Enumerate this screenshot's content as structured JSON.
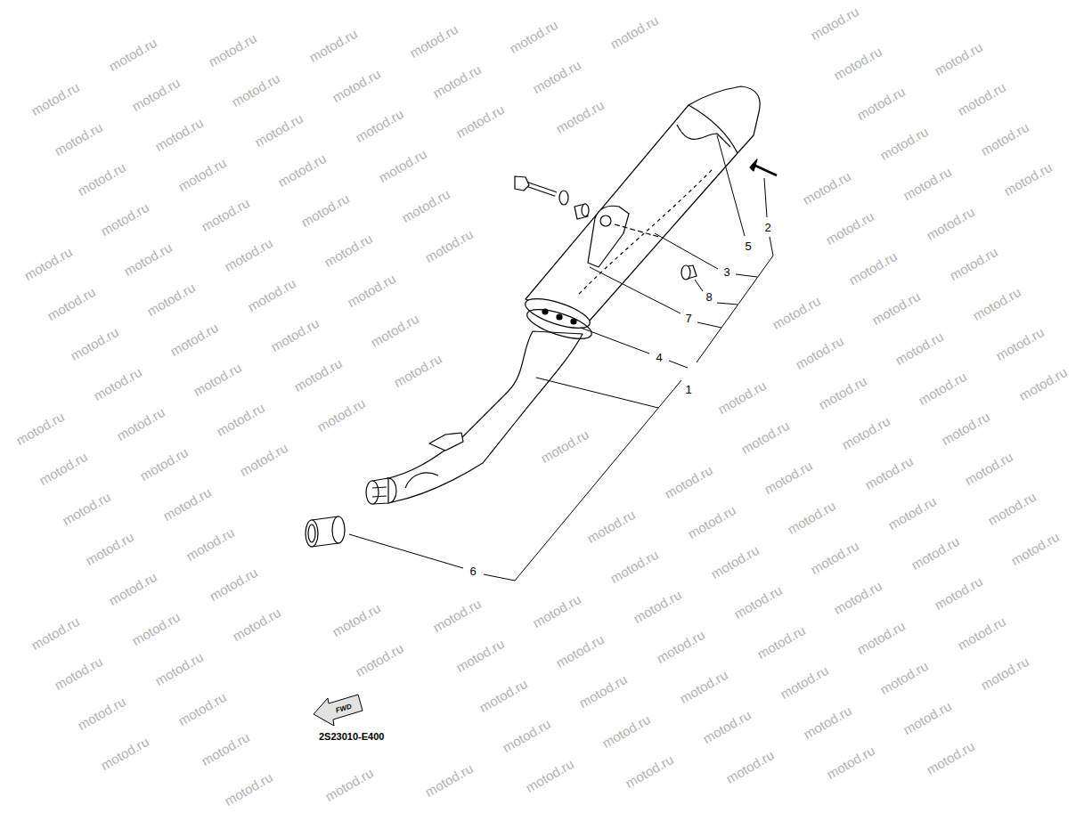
{
  "diagram": {
    "labels": [
      "2",
      "5",
      "3",
      "8",
      "7",
      "4",
      "1",
      "6",
      "2S23010-E400",
      "FWD",
      "motod.ru",
      "motod.ru",
      "motod.ru",
      "motod.ru",
      "motod.ru",
      "motod.ru",
      "motod.ru",
      "motod.ru",
      "motod.ru",
      "motod.ru",
      "motod.ru",
      "motod.ru",
      "motod.ru",
      "motod.ru",
      "motod.ru",
      "motod.ru",
      "motod.ru",
      "motod.ru",
      "motod.ru",
      "motod.ru",
      "motod.ru",
      "motod.ru",
      "motod.ru",
      "motod.ru",
      "motod.ru",
      "motod.ru",
      "motod.ru",
      "motod.ru",
      "motod.ru",
      "motod.ru",
      "motod.ru",
      "motod.ru",
      "motod.ru",
      "motod.ru",
      "motod.ru",
      "motod.ru",
      "motod.ru",
      "motod.ru",
      "motod.ru",
      "motod.ru",
      "motod.ru",
      "motod.ru",
      "motod.ru",
      "motod.ru",
      "motod.ru",
      "motod.ru",
      "motod.ru",
      "motod.ru",
      "motod.ru",
      "motod.ru",
      "motod.ru",
      "motod.ru",
      "motod.ru",
      "motod.ru",
      "motod.ru",
      "motod.ru",
      "motod.ru",
      "motod.ru",
      "motod.ru",
      "motod.ru",
      "motod.ru",
      "motod.ru",
      "motod.ru",
      "motod.ru",
      "motod.ru",
      "motod.ru",
      "motod.ru",
      "motod.ru",
      "motod.ru",
      "motod.ru",
      "motod.ru",
      "motod.ru",
      "motod.ru",
      "motod.ru",
      "motod.ru",
      "motod.ru",
      "motod.ru",
      "motod.ru",
      "motod.ru",
      "motod.ru",
      "motod.ru",
      "motod.ru",
      "motod.ru",
      "motod.ru",
      "motod.ru",
      "motod.ru",
      "motod.ru",
      "motod.ru",
      "motod.ru",
      "motod.ru",
      "motod.ru",
      "motod.ru",
      "motod.ru",
      "motod.ru",
      "motod.ru",
      "motod.ru",
      "motod.ru",
      "motod.ru",
      "motod.ru",
      "motod.ru",
      "motod.ru",
      "motod.ru",
      "motod.ru",
      "motod.ru",
      "motod.ru",
      "motod.ru",
      "motod.ru",
      "motod.ru",
      "motod.ru",
      "motod.ru",
      "motod.ru",
      "motod.ru",
      "motod.ru",
      "motod.ru",
      "motod.ru",
      "motod.ru",
      "motod.ru",
      "motod.ru",
      "motod.ru",
      "motod.ru",
      "motod.ru",
      "motod.ru",
      "motod.ru",
      "motod.ru",
      "motod.ru",
      "motod.ru",
      "motod.ru",
      "motod.ru",
      "motod.ru",
      "motod.ru",
      "motod.ru",
      "motod.ru",
      "motod.ru",
      "motod.ru",
      "motod.ru",
      "motod.ru",
      "motod.ru",
      "motod.ru",
      "motod.ru",
      "motod.ru"
    ]
  }
}
